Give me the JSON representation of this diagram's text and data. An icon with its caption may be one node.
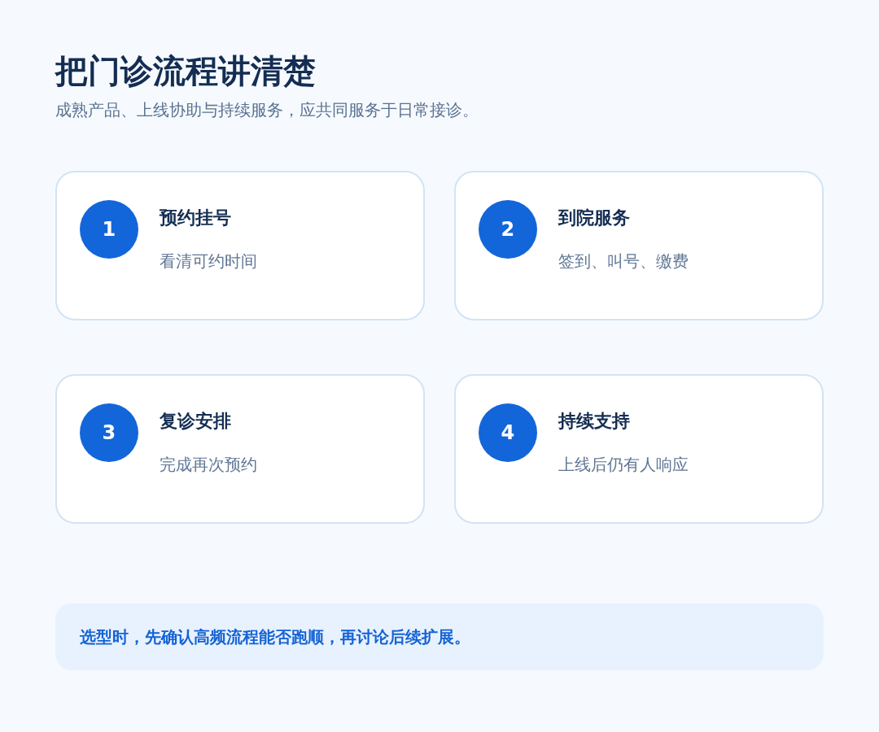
{
  "diagram": {
    "title": "把门诊流程讲清楚",
    "nodes": [
      {
        "text": [
          "预约挂号",
          "看清可约时间"
        ]
      },
      {
        "text": [
          "1"
        ],
        "in": 0
      },
      {
        "text": [
          "到院服务",
          "签到、叫号、缴费"
        ]
      },
      {
        "text": [
          "2"
        ],
        "in": 2
      },
      {
        "text": [
          "复诊安排",
          "完成再次预约"
        ]
      },
      {
        "text": [
          "3"
        ],
        "in": 4
      },
      {
        "text": [
          "持续支持",
          "上线后仍有人响应"
        ]
      },
      {
        "text": [
          "4"
        ],
        "in": 6
      },
      {
        "text": [
          "选型时，先确认高频流程能否跑顺，再讨论后续扩展。"
        ]
      }
    ],
    "labels": [
      "成熟产品、上线协助与持续服务，应共同服务于日常接诊。"
    ]
  }
}
